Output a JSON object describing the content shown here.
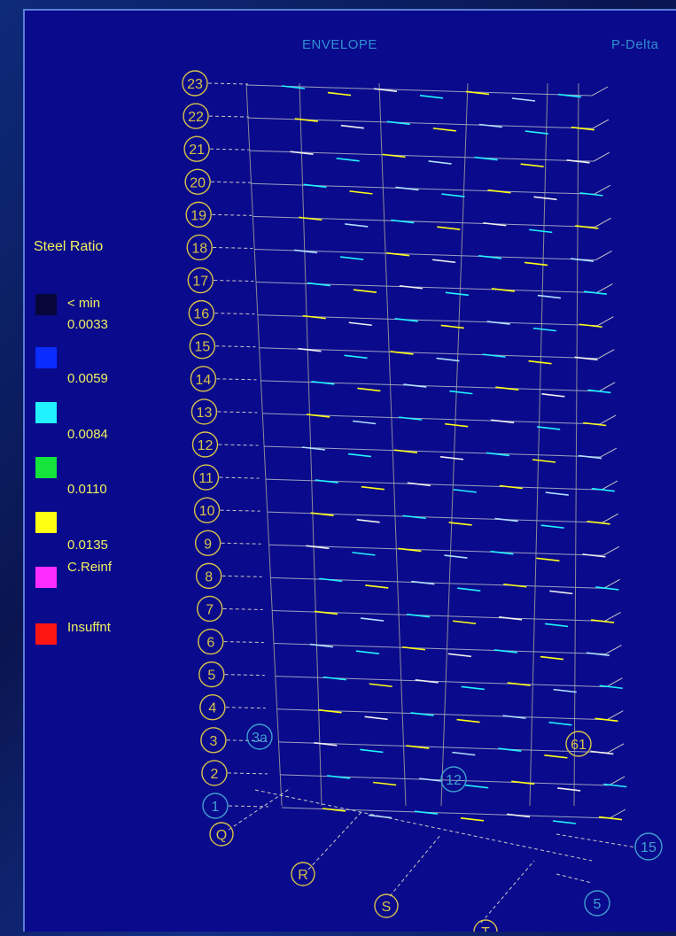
{
  "view": {
    "title": "ENVELOPE",
    "analysis_tag": "P-Delta"
  },
  "legend": {
    "title": "Steel Ratio",
    "items": [
      {
        "label": "< min",
        "color": "#06063a"
      },
      {
        "label": "0.0033",
        "color": "#0a2cff"
      },
      {
        "label": "0.0059",
        "color": "#22f2ff"
      },
      {
        "label": "0.0084",
        "color": "#14e43c"
      },
      {
        "label": "0.0110",
        "color": "#ffff14"
      },
      {
        "label": "0.0135",
        "color": "#ff2cff"
      },
      {
        "label": "C.Reinf",
        "color": "#ff2cff"
      },
      {
        "label": "Insuffnt",
        "color": "#ff1414"
      }
    ]
  },
  "story_labels": [
    "23",
    "22",
    "21",
    "20",
    "19",
    "18",
    "17",
    "16",
    "15",
    "14",
    "13",
    "12",
    "11",
    "10",
    "9",
    "8",
    "7",
    "6",
    "5",
    "4",
    "3",
    "2",
    "1"
  ],
  "grid_labels": {
    "letters": [
      "Q",
      "R",
      "S",
      "T"
    ],
    "numbers": [
      "3a",
      "12",
      "61",
      "15",
      "5"
    ]
  },
  "colors": {
    "background": "#0a0a8c",
    "frame_line": "#c8c8c8",
    "bubble": "#d8c24a",
    "bubble_alt": "#3fa0d0"
  }
}
